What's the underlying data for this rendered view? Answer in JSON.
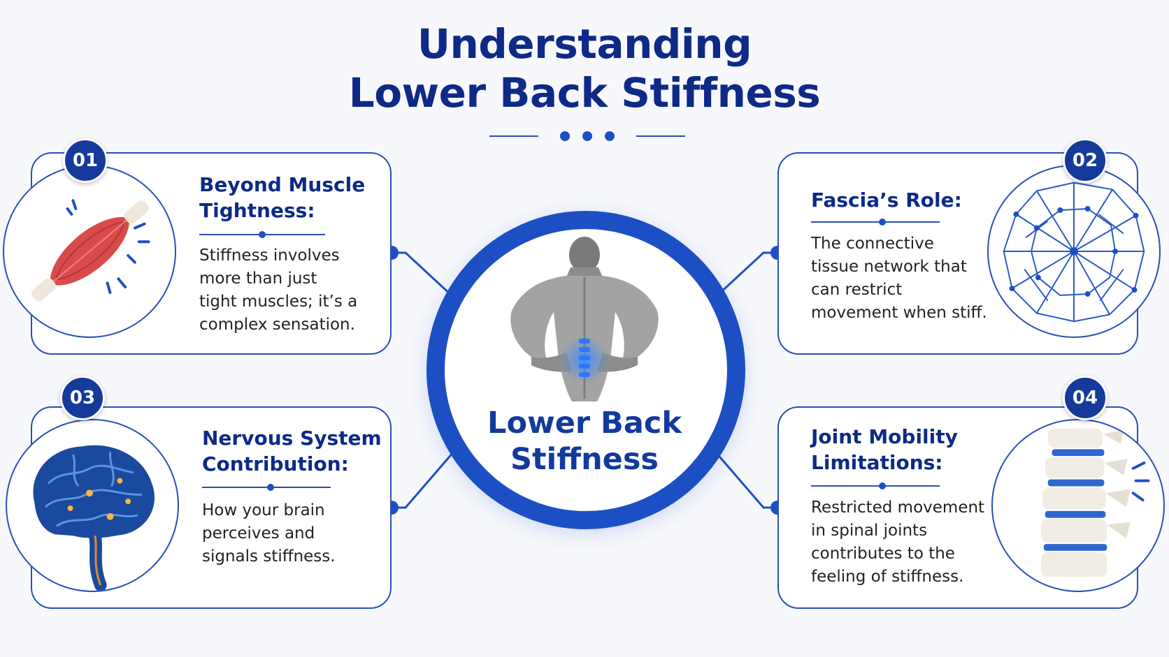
{
  "title": {
    "line1": "Understanding",
    "line2": "Lower Back Stiffness"
  },
  "center": {
    "line1": "Lower Back",
    "line2": "Stiffness"
  },
  "cards": [
    {
      "number": "01",
      "heading": [
        "Beyond Muscle",
        "Tightness:"
      ],
      "body": [
        "Stiffness involves",
        "more than just",
        "tight muscles; it’s a",
        "complex sensation."
      ],
      "icon": "muscle-icon"
    },
    {
      "number": "02",
      "heading": [
        "Fascia’s Role:"
      ],
      "body": [
        "The connective",
        "tissue network that",
        "can restrict",
        "movement when stiff."
      ],
      "icon": "fascia-network-icon"
    },
    {
      "number": "03",
      "heading": [
        "Nervous System",
        "Contribution:"
      ],
      "body": [
        "How your brain",
        "perceives and",
        "signals stiffness."
      ],
      "icon": "brain-icon"
    },
    {
      "number": "04",
      "heading": [
        "Joint Mobility",
        "Limitations:"
      ],
      "body": [
        "Restricted movement",
        "in spinal joints",
        "contributes to the",
        "feeling of stiffness."
      ],
      "icon": "spine-icon"
    }
  ],
  "colors": {
    "primary": "#1d4fc4",
    "heading": "#0d2a86",
    "badge": "#153a9c",
    "muscle": "#d94b4b",
    "background": "#f7f8fc"
  }
}
